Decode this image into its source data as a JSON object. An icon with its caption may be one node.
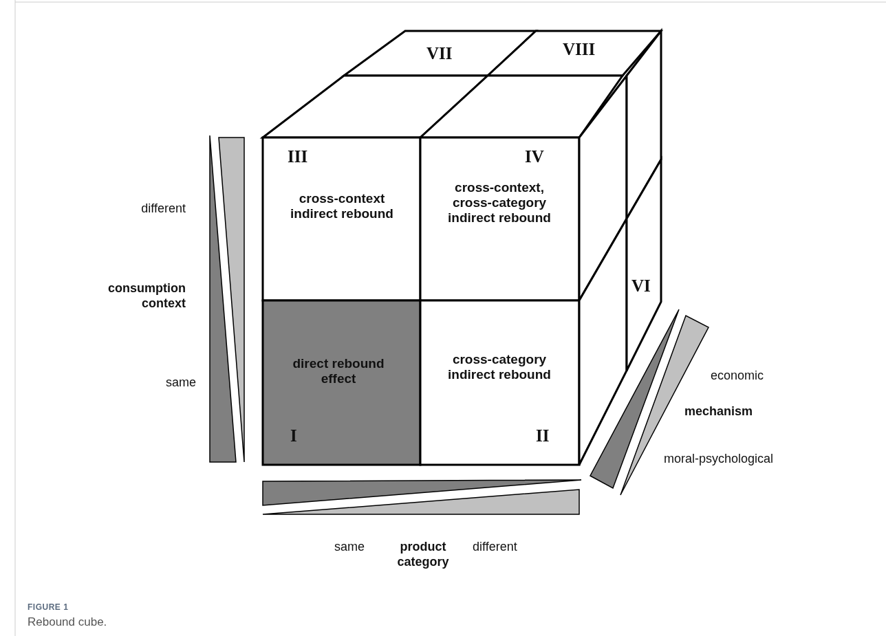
{
  "diagram": {
    "caption": "Rebound cube.",
    "nodes": [
      {
        "text": [
          "VII"
        ]
      },
      {
        "text": [
          "VIII"
        ]
      },
      {
        "text": [],
        "shape": "box"
      },
      {
        "text": [],
        "shape": "box"
      },
      {
        "text": [
          "III",
          "cross-context indirect rebound"
        ]
      },
      {
        "text": [
          "IV",
          "cross-context, cross-category indirect rebound"
        ]
      },
      {
        "text": [],
        "shape": "box"
      },
      {
        "text": [],
        "shape": "box"
      },
      {
        "text": [
          "direct rebound effect",
          "I"
        ]
      },
      {
        "text": [
          "cross-category indirect rebound",
          "II"
        ]
      },
      {
        "text": [],
        "shape": "box"
      },
      {
        "text": [
          "VI"
        ]
      }
    ],
    "labels": [
      "different",
      "consumption context",
      "same",
      "economic",
      "mechanism",
      "moral-psychological",
      "same",
      "product category",
      "different",
      "FIGURE 1"
    ]
  }
}
